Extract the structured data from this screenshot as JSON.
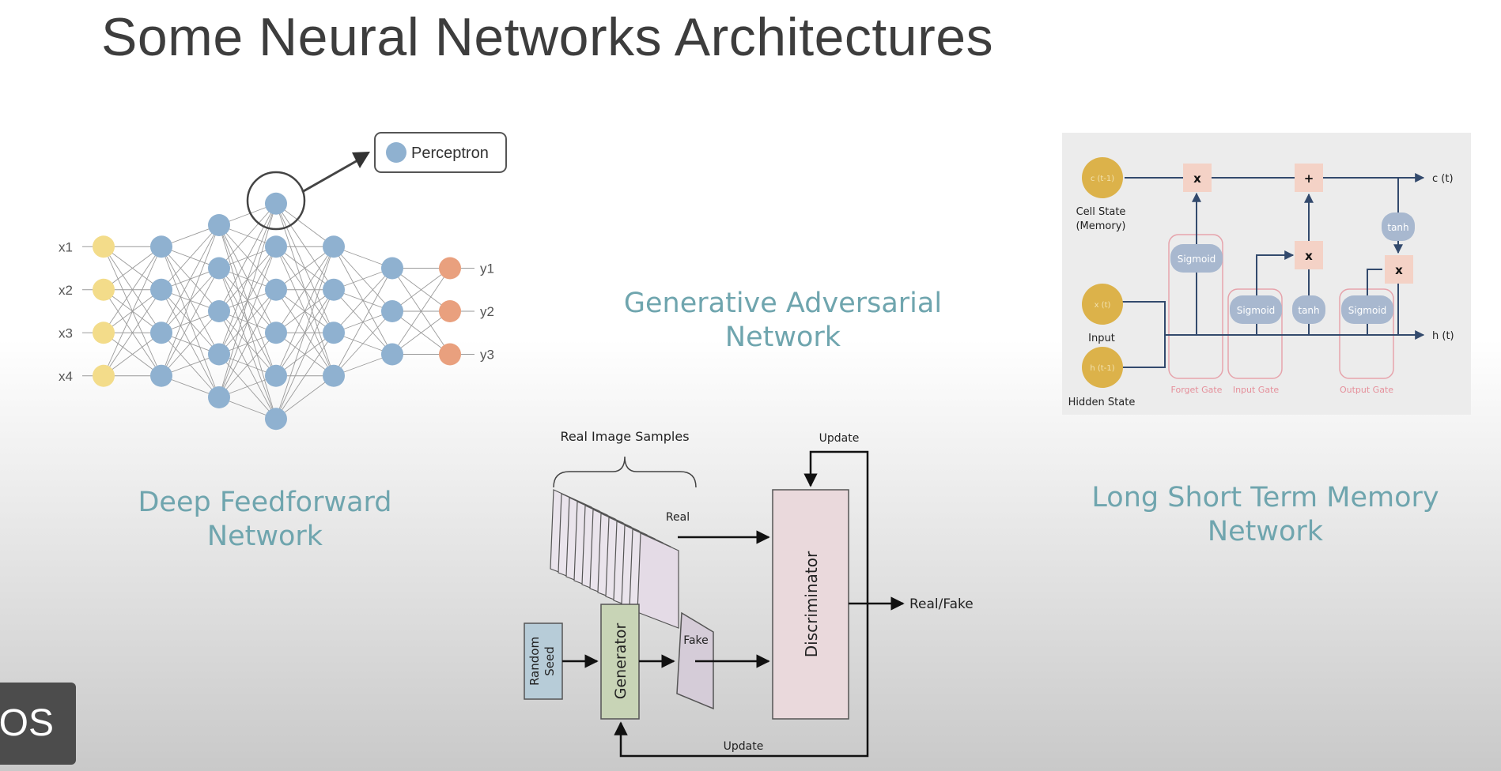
{
  "title": "Some Neural Networks Architectures",
  "feedforward": {
    "caption_line1": "Deep Feedforward",
    "caption_line2": "Network",
    "inputs": [
      "x1",
      "x2",
      "x3",
      "x4"
    ],
    "outputs": [
      "y1",
      "y2",
      "y3"
    ],
    "legend": "Perceptron",
    "layer_sizes": [
      4,
      4,
      5,
      6,
      4,
      3,
      3
    ],
    "colors": {
      "input": "#f3dc8a",
      "hidden": "#8fb1d0",
      "output": "#e9a07e"
    }
  },
  "gan": {
    "caption_line1": "Generative Adversarial",
    "caption_line2": "Network",
    "real_samples_label": "Real Image Samples",
    "real_label": "Real",
    "fake_label": "Fake",
    "random_seed_line1": "Random",
    "random_seed_line2": "Seed",
    "generator_label": "Generator",
    "discriminator_label": "Discriminator",
    "output_label": "Real/Fake",
    "update_top": "Update",
    "update_bottom": "Update"
  },
  "lstm": {
    "caption_line1": "Long Short Term Memory",
    "caption_line2": "Network",
    "cell_state_line1": "Cell State",
    "cell_state_line2": "(Memory)",
    "input_label": "Input",
    "hidden_state_label": "Hidden State",
    "ct_in": "c (t-1)",
    "xt_in": "x (t)",
    "ht_in": "h (t-1)",
    "ct_out": "c (t)",
    "ht_out": "h (t)",
    "forget_gate": "Forget Gate",
    "input_gate": "Input Gate",
    "output_gate": "Output Gate",
    "sigmoid": "Sigmoid",
    "tanh": "tanh",
    "mult": "x",
    "add": "+"
  },
  "badge": "EOS"
}
